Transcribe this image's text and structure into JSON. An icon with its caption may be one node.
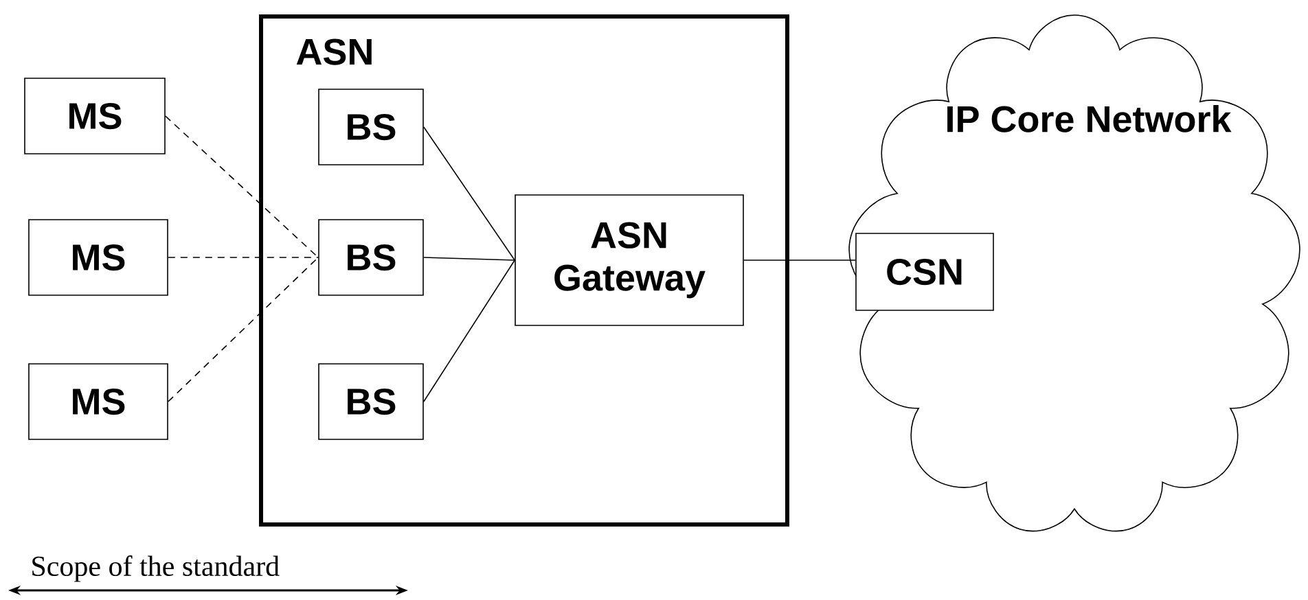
{
  "diagram": {
    "nodes": [
      {
        "text": [
          "ASN"
        ]
      },
      {
        "text": [
          "MS"
        ]
      },
      {
        "text": [
          "MS"
        ]
      },
      {
        "text": [
          "MS"
        ]
      },
      {
        "text": [
          "BS"
        ],
        "in": 0
      },
      {
        "text": [
          "BS"
        ],
        "in": 0
      },
      {
        "text": [
          "BS"
        ],
        "in": 0
      },
      {
        "text": [
          "ASN Gateway"
        ],
        "in": 0
      },
      {
        "text": [
          "IP Core Network"
        ]
      },
      {
        "text": [
          "CSN"
        ],
        "in": 8
      }
    ],
    "edges": [
      {
        "from": 1,
        "to": 5,
        "arrow": "none",
        "style": "dashed"
      },
      {
        "from": 2,
        "to": 5,
        "arrow": "none",
        "style": "dashed"
      },
      {
        "from": 3,
        "to": 5,
        "arrow": "none",
        "style": "dashed"
      },
      {
        "from": 4,
        "to": 7,
        "arrow": "none"
      },
      {
        "from": 5,
        "to": 7,
        "arrow": "none"
      },
      {
        "from": 6,
        "to": 7,
        "arrow": "none"
      },
      {
        "from": 7,
        "to": 9,
        "arrow": "none"
      }
    ],
    "labels": [
      "Scope of the standard"
    ]
  }
}
